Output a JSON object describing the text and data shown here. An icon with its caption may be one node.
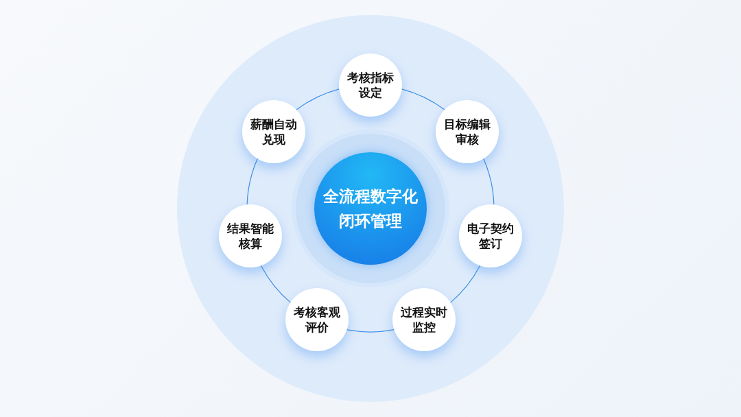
{
  "diagram": {
    "nodes": [
      {
        "text": [
          "全流程数字化闭环管理"
        ]
      },
      {
        "text": [
          "考核指标设定"
        ]
      },
      {
        "text": [
          "目标编辑审核"
        ]
      },
      {
        "text": [
          "电子契约签订"
        ]
      },
      {
        "text": [
          "过程实时监控"
        ]
      },
      {
        "text": [
          "考核客观评价"
        ]
      },
      {
        "text": [
          "结果智能核算"
        ]
      },
      {
        "text": [
          "薪酬自动兑现"
        ]
      }
    ],
    "edges": [
      {
        "from": 1,
        "to": 2,
        "arrow": "none"
      },
      {
        "from": 2,
        "to": 3,
        "arrow": "none"
      },
      {
        "from": 3,
        "to": 4,
        "arrow": "none"
      },
      {
        "from": 4,
        "to": 5,
        "arrow": "none"
      },
      {
        "from": 5,
        "to": 6,
        "arrow": "none"
      },
      {
        "from": 6,
        "to": 7,
        "arrow": "none"
      },
      {
        "from": 7,
        "to": 1,
        "arrow": "none"
      }
    ]
  }
}
